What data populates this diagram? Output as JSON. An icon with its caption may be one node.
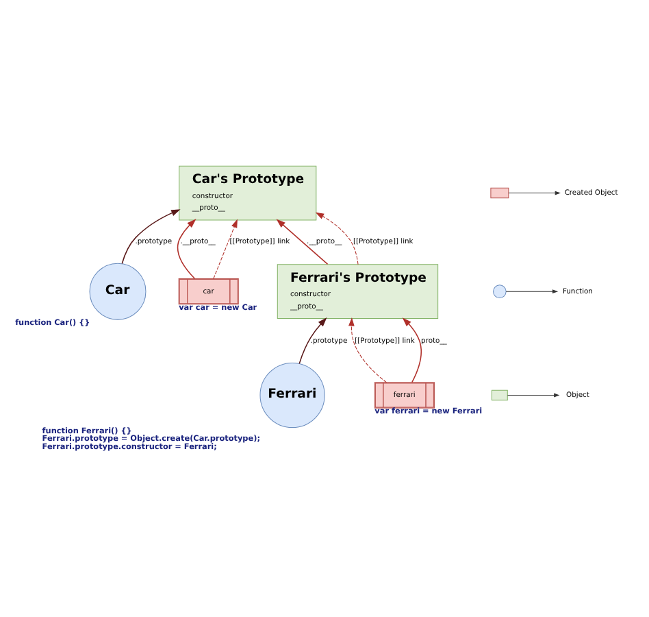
{
  "diagram": {
    "nodes": [
      {
        "text": [
          "Car's Prototype",
          "constructor",
          "__proto__"
        ]
      },
      {
        "text": [
          "Car"
        ],
        "beside": [
          "function Car() {}"
        ]
      },
      {
        "text": [
          "car"
        ],
        "beside": [
          "var car = new Car"
        ]
      },
      {
        "text": [
          "Ferrari's Prototype",
          "constructor",
          "__proto__"
        ]
      },
      {
        "text": [
          "Ferrari"
        ],
        "beside": [
          "function Ferrari() {}",
          "Ferrari.prototype = Object.create(Car.prototype);",
          "Ferrari.prototype.constructor = Ferrari;"
        ]
      },
      {
        "text": [
          "ferrari"
        ],
        "beside": [
          "var ferrari = new Ferrari"
        ]
      }
    ],
    "edges": [
      {
        "from": 1,
        "to": 0,
        "arrow": "to",
        "label": ".prototype",
        "color": "#5a1a1a"
      },
      {
        "from": 2,
        "to": 0,
        "arrow": "to",
        "label": ".__proto__"
      },
      {
        "from": 2,
        "to": 0,
        "arrow": "to",
        "label": "[[Prototype]] link",
        "style": "dashed"
      },
      {
        "from": 3,
        "to": 0,
        "arrow": "to",
        "label": ".__proto__"
      },
      {
        "from": 3,
        "to": 0,
        "arrow": "to",
        "label": "[[Prototype]] link",
        "style": "dashed"
      },
      {
        "from": 4,
        "to": 3,
        "arrow": "to",
        "label": ".prototype",
        "color": "#5a1a1a"
      },
      {
        "from": 5,
        "to": 3,
        "arrow": "to",
        "label": "[[Prototype]] link",
        "style": "dashed"
      },
      {
        "from": 5,
        "to": 3,
        "arrow": "to",
        "label": "proto__"
      }
    ],
    "legend": [
      {
        "text": "Created Object"
      },
      {
        "text": "Function"
      },
      {
        "text": "Object"
      }
    ]
  }
}
